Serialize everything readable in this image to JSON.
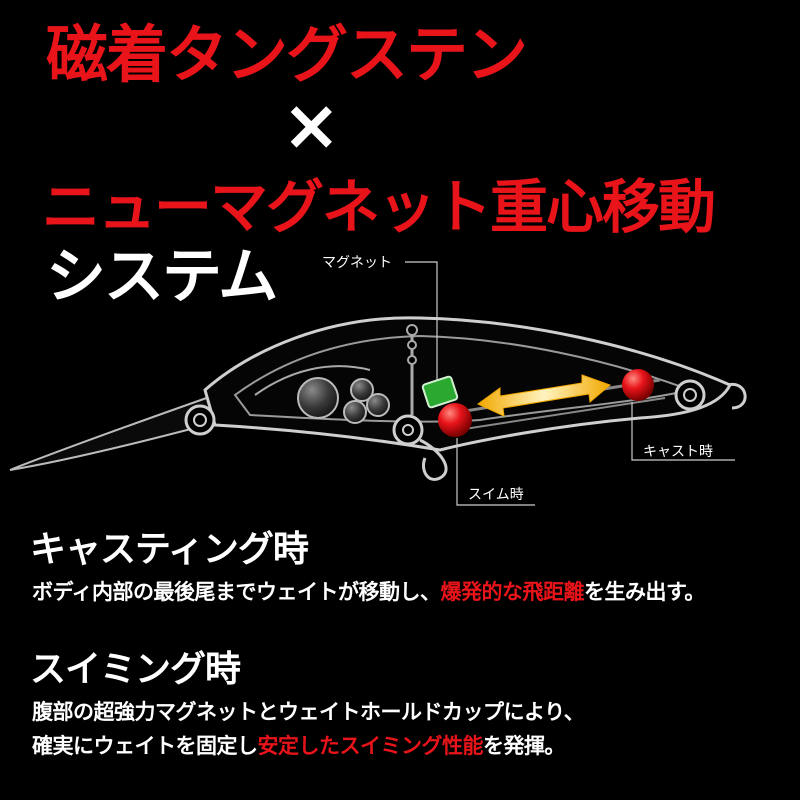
{
  "headline": {
    "line1": "磁着タングステン",
    "cross": "×",
    "line2": "ニューマグネット重心移動",
    "line3": "システム"
  },
  "diagram": {
    "label_magnet": "マグネット",
    "label_cast": "キャスト時",
    "label_swim": "スイム時",
    "colors": {
      "weight": "#e8141a",
      "magnet": "#2aa830",
      "arrow": "#f2a800"
    }
  },
  "casting": {
    "title": "キャスティング時",
    "text_before": "ボディ内部の最後尾までウェイトが移動し、",
    "text_highlight": "爆発的な飛距離",
    "text_after": "を生み出す。"
  },
  "swimming": {
    "title": "スイミング時",
    "line1": "腹部の超強力マグネットとウェイトホールドカップにより、",
    "line2_before": "確実にウェイトを固定し",
    "line2_highlight": "安定したスイミング性能",
    "line2_after": "を発揮。"
  }
}
